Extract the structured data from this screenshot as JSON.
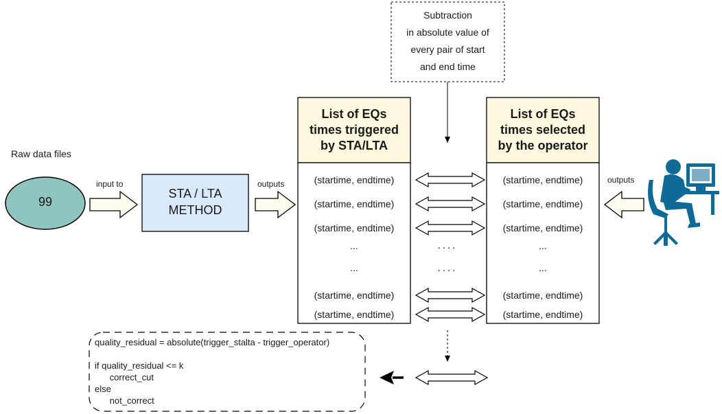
{
  "raw_label": "Raw data files",
  "file_count": "99",
  "input_to": "input to",
  "method_line1": "STA / LTA",
  "method_line2": "METHOD",
  "outputs_left": "outputs",
  "outputs_right": "outputs",
  "subtraction": [
    "Subtraction",
    "in absolute value of",
    "every pair of start",
    "and end time"
  ],
  "list_triggered": {
    "header": [
      "List of EQs",
      "times triggered",
      "by STA/LTA"
    ],
    "rows": [
      "(startime, endtime)",
      "(startime, endtime)",
      "(startime, endtime)",
      "...",
      "...",
      "(startime, endtime)",
      "(startime, endtime)"
    ]
  },
  "list_operator": {
    "header": [
      "List of EQs",
      "times selected",
      "by the operator"
    ],
    "rows": [
      "(startime, endtime)",
      "(startime, endtime)",
      "(startime, endtime)",
      "...",
      "...",
      "(startime, endtime)",
      "(startime, endtime)"
    ]
  },
  "middle_dots": [
    "....",
    "...."
  ],
  "code": [
    "quality_residual = absolute(trigger_stalta - trigger_operator)",
    "",
    "if quality_residual <= k",
    "      correct_cut",
    "else",
    "      not_correct"
  ],
  "colors": {
    "ellipse_fill": "#8fc4bf",
    "method_fill": "#dae8fc",
    "header_fill": "#fff9e0",
    "operator_icon": "#0e6a97"
  }
}
